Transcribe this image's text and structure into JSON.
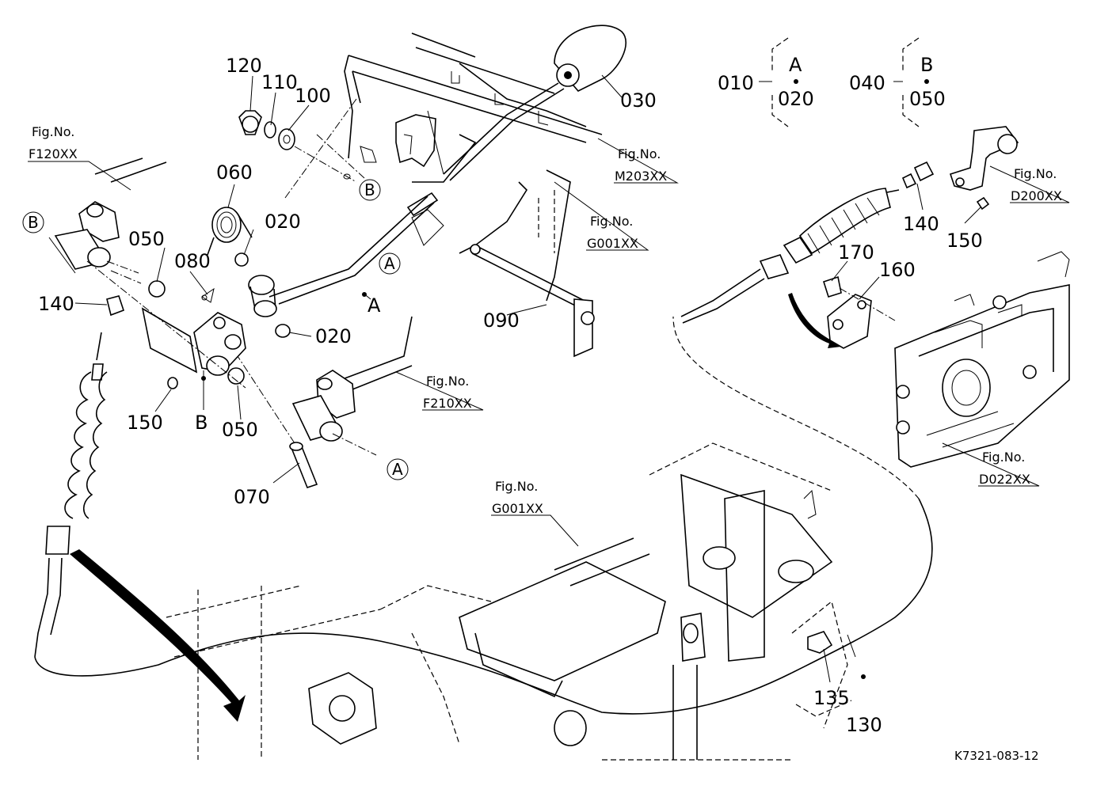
{
  "parts": {
    "p010": "010",
    "p020a": "020",
    "p020b": "020",
    "p020c": "020",
    "p030": "030",
    "p040": "040",
    "p050a": "050",
    "p050b": "050",
    "p050c": "050",
    "p060": "060",
    "p070": "070",
    "p080": "080",
    "p090": "090",
    "p100": "100",
    "p110": "110",
    "p120": "120",
    "p130": "130",
    "p135": "135",
    "p140a": "140",
    "p140b": "140",
    "p150a": "150",
    "p150b": "150",
    "p160": "160",
    "p170": "170"
  },
  "groups": {
    "a": "A",
    "b": "B"
  },
  "callouts": {
    "a": "A",
    "b": "B"
  },
  "figures": {
    "prefix": "Fig.No.",
    "f120": "F120XX",
    "m203": "M203XX",
    "g001_top": "G001XX",
    "f210": "F210XX",
    "d200": "D200XX",
    "g001_bottom": "G001XX",
    "d022": "D022XX"
  },
  "drawing_number": "K7321-083-12"
}
